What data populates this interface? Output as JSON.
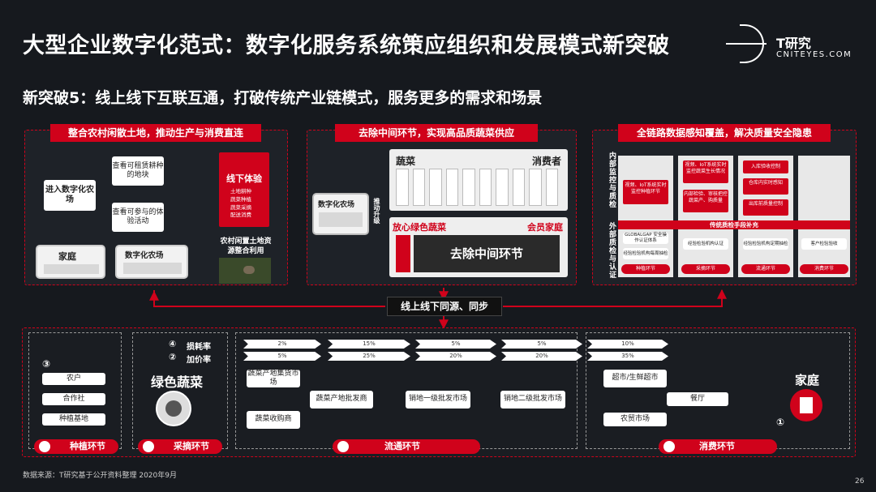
{
  "header": {
    "title": "大型企业数字化范式：数字化服务系统策应组织和发展模式新突破",
    "logo_name": "T研究",
    "logo_sub": "CNITEYES.COM",
    "subtitle": "新突破5：线上线下互联互通，打破传统产业链模式，服务更多的需求和场景"
  },
  "panel1": {
    "heading": "整合农村闲散土地，推动生产与消费直连",
    "entry": "进入数字化农场",
    "box_top": "查看可租赁耕种的地块",
    "box_bottom": "查看可参与的体验活动",
    "family": "家庭",
    "farm": "数字化农场",
    "offline_title": "线下体验",
    "offline_items": [
      "土地耕种",
      "蔬菜种植",
      "蔬菜采摘",
      "配送消费"
    ],
    "photo_caption": "农村闲置土地资源整合利用"
  },
  "panel2": {
    "heading": "去除中间环节，实现高品质蔬菜供应",
    "top_left": "蔬菜",
    "top_right": "消费者",
    "farm": "数字化农场",
    "push_label": "推动升级",
    "left_label": "放心绿色蔬菜",
    "right_label": "会员家庭",
    "remove_label": "去除中间环节"
  },
  "panel3": {
    "heading": "全链路数据感知覆盖，解决质量安全隐患",
    "inner_label": "内部监控与质检",
    "outer_label": "外部质检与认证",
    "tracking_label": "传统质检手段补充",
    "inner_boxes": [
      "视频、IoT系统实时监控种植环节",
      "视频、IoT系统实时监控蔬菜生长情况",
      "内部检验、审核把控蔬菜产、购质量",
      "入库验收控制",
      "仓库内实时感知",
      "出库前质量控制"
    ],
    "outer_boxes": [
      "GLOBALGAP 安全操作认证体系",
      "经验检验机构认证",
      "经验检验机构每周抽检",
      "经验检验机构定期抽检",
      "客户检验验收"
    ],
    "stage_tags": [
      "种植环节",
      "采摘环节",
      "流通环节",
      "消费环节"
    ]
  },
  "sync_label": "线上线下同源、同步",
  "flow": {
    "loss_label": "损耗率",
    "markup_label": "加价率",
    "circle_loss": "④",
    "circle_markup": "②",
    "circle_origin": "③",
    "circle_home": "①",
    "loss_rates": [
      "2%",
      "15%",
      "5%",
      "5%",
      "10%"
    ],
    "markup_rates": [
      "5%",
      "25%",
      "20%",
      "20%",
      "35%"
    ],
    "origin_items": [
      "农户",
      "合作社",
      "种植基地"
    ],
    "green_veg": "绿色蔬菜",
    "mid_top": "蔬菜产地集货市场",
    "mid_bottom": "蔬菜收购商",
    "node_origin_wholesale": "蔬菜产地批发商",
    "node_sales_1": "销地一级批发市场",
    "node_sales_2": "销地二级批发市场",
    "retail": [
      "超市/生鲜超市",
      "餐厅",
      "农贸市场"
    ],
    "home": "家庭",
    "stages": [
      "种植环节",
      "采摘环节",
      "流通环节",
      "消费环节"
    ]
  },
  "footer": {
    "source": "数据来源：T研究基于公开资料整理  2020年9月",
    "page": "26"
  },
  "colors": {
    "accent": "#d0021b",
    "background": "#16191e"
  }
}
